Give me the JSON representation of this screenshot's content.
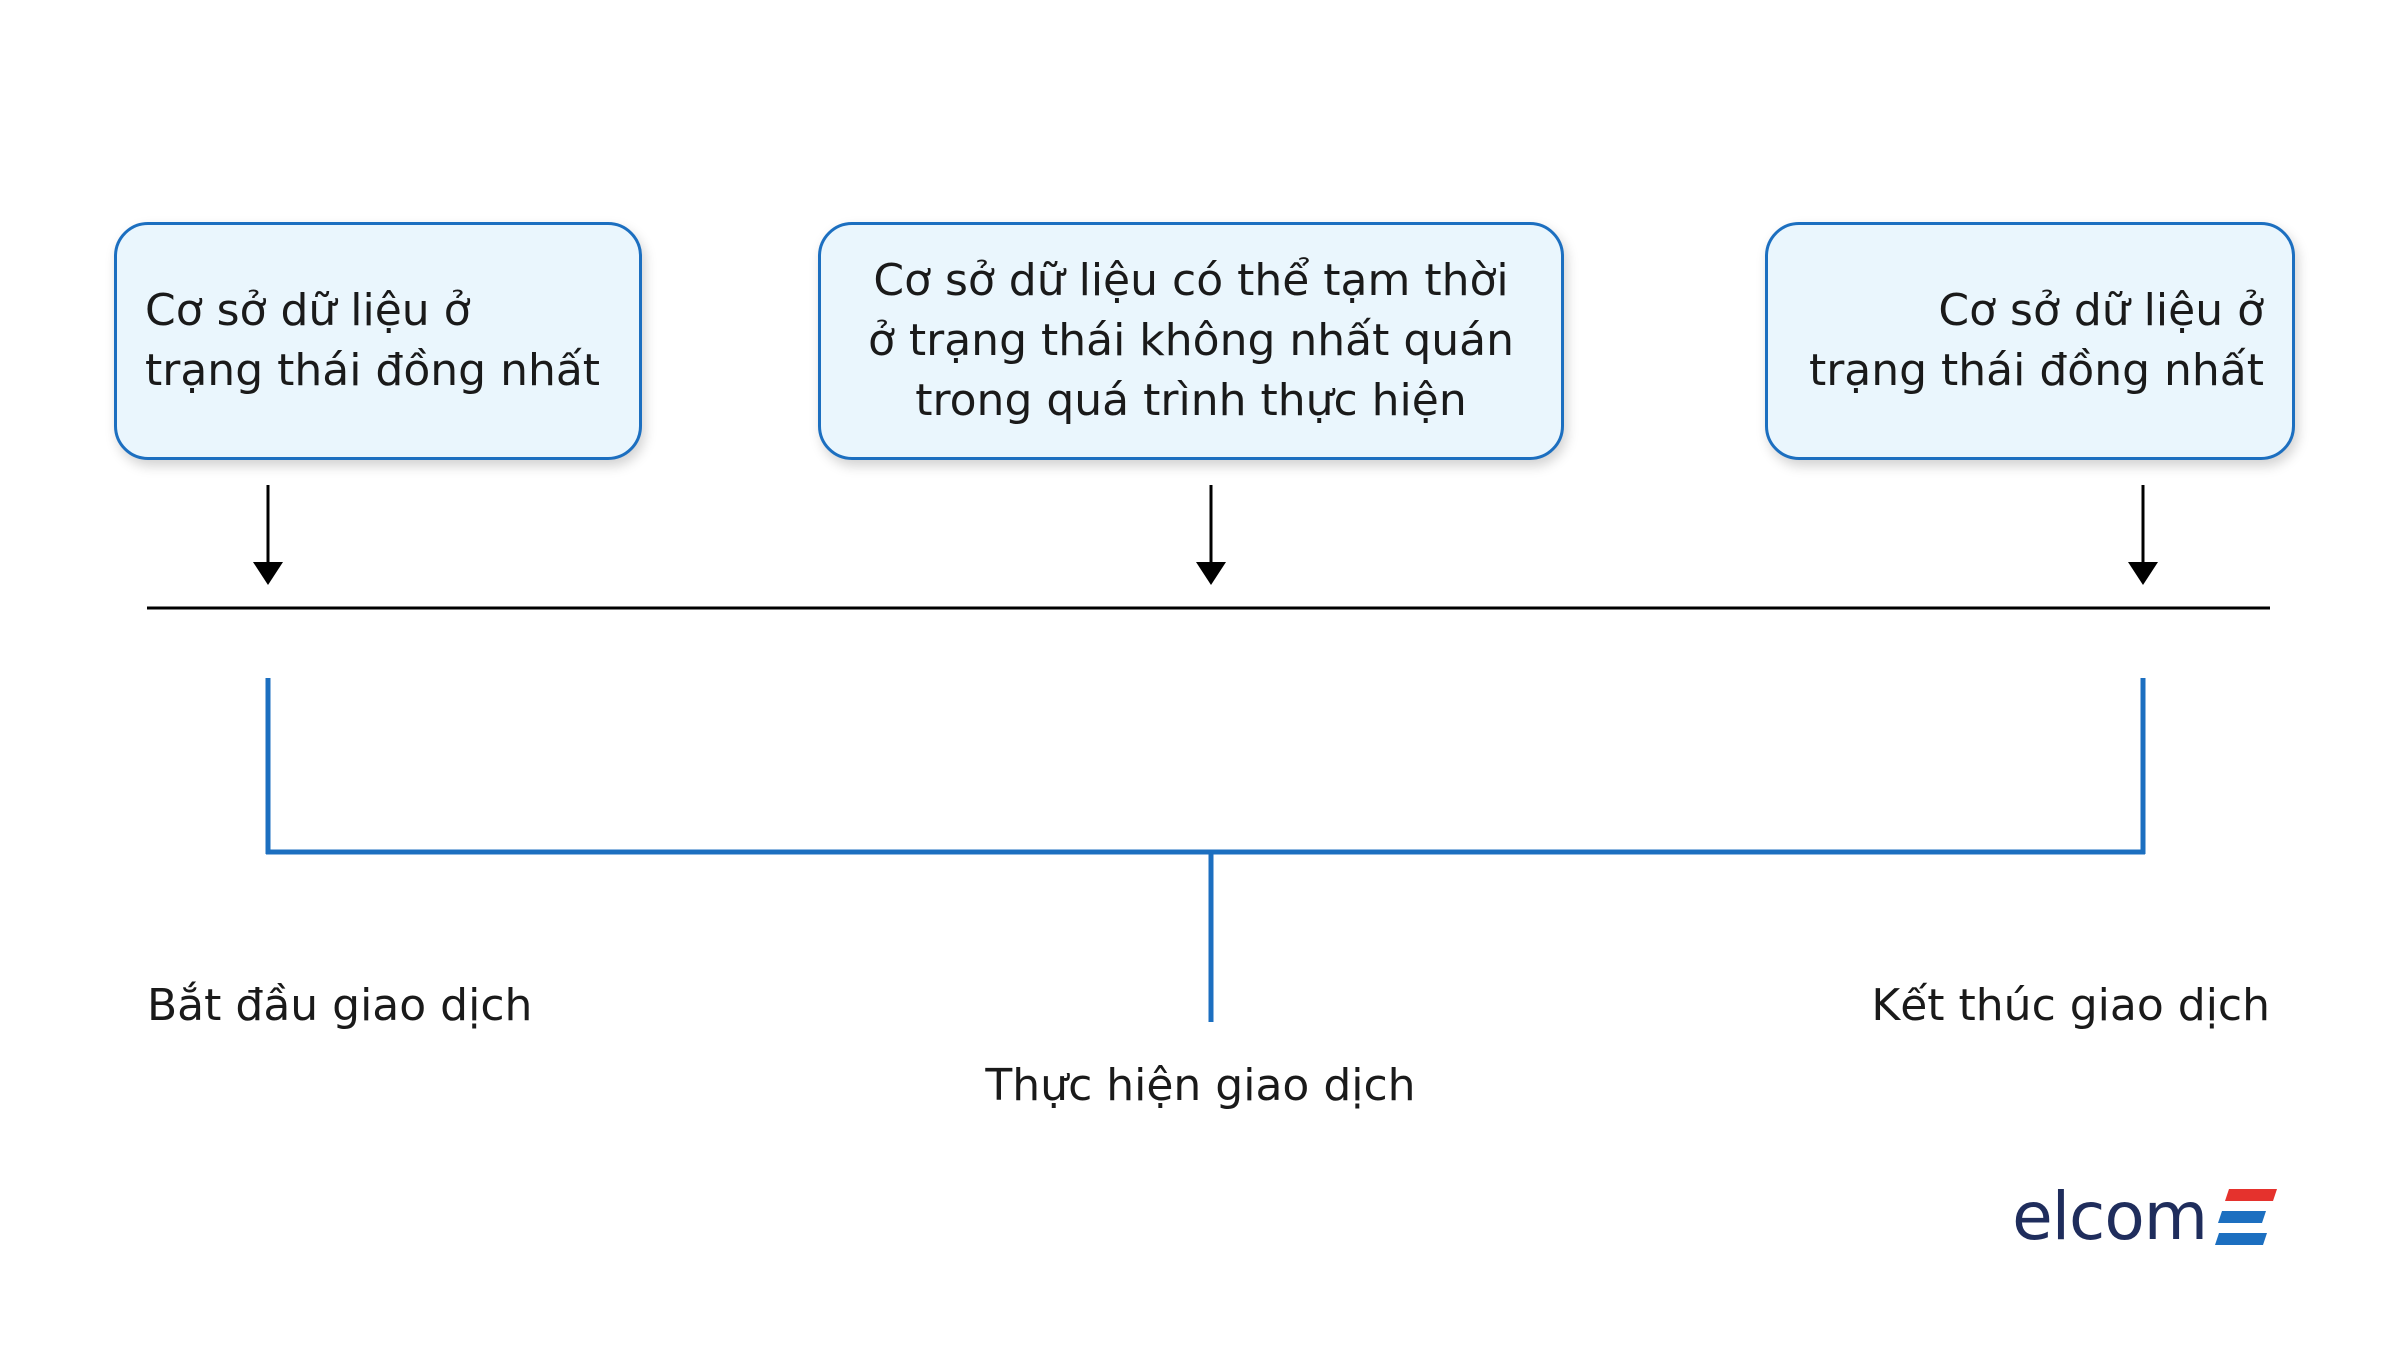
{
  "boxes": {
    "start": {
      "line1": "Cơ sở dữ liệu ở",
      "line2": "trạng thái đồng nhất"
    },
    "middle": {
      "line1": "Cơ sở dữ liệu có thể tạm thời",
      "line2": "ở trạng thái không nhất quán",
      "line3": "trong quá trình thực hiện"
    },
    "end": {
      "line1": "Cơ sở dữ liệu ở",
      "line2": "trạng thái đồng nhất"
    }
  },
  "labels": {
    "start": "Bắt đầu giao dịch",
    "middle": "Thực hiện giao dịch",
    "end": "Kết thúc giao dịch"
  },
  "logo": {
    "text": "elcom",
    "colors": {
      "text": "#1f2d5c",
      "red": "#e5322d",
      "blue": "#1c6fc0"
    }
  },
  "colors": {
    "box_fill": "#eaf6fd",
    "box_border": "#1c6fc0",
    "bracket": "#1c6fc0",
    "timeline": "#000000"
  }
}
